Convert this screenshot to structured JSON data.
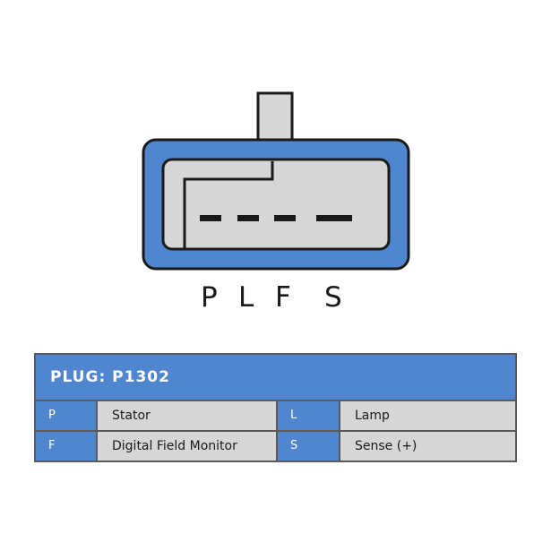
{
  "connector": {
    "pins": [
      "P",
      "L",
      "F",
      "S"
    ],
    "colors": {
      "housing": "#4f86cf",
      "face": "#d6d6d6",
      "outline": "#1a1a1a",
      "tab": "#d6d6d6"
    }
  },
  "table": {
    "title": "PLUG: P1302",
    "rows": [
      {
        "code": "P",
        "desc": "Stator",
        "code2": "L",
        "desc2": "Lamp"
      },
      {
        "code": "F",
        "desc": "Digital Field Monitor",
        "code2": "S",
        "desc2": "Sense (+)"
      }
    ],
    "colors": {
      "header_bg": "#4f86cf",
      "code_bg": "#4f86cf",
      "desc_bg": "#d6d6d6",
      "border": "#5a5a5a"
    }
  }
}
